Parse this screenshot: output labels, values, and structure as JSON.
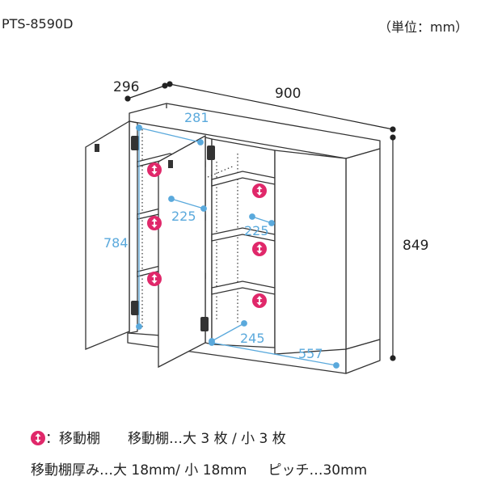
{
  "header": {
    "model": "PTS-8590D",
    "unit": "（単位：mm）"
  },
  "dimensions": {
    "depth": "296",
    "width": "900",
    "height": "849",
    "inner_depth": "281",
    "inner_height": "784",
    "shelf_depth_left": "225",
    "shelf_depth_right": "225",
    "bottom_depth": "245",
    "inner_width": "557"
  },
  "legend": {
    "icon_label": "：移動棚",
    "shelves": "移動棚…大 3 枚 / 小 3 枚",
    "thickness": "移動棚厚み…大 18mm/ 小 18mm",
    "pitch": "ピッチ…30mm"
  },
  "colors": {
    "outline": "#333333",
    "dimension_blue": "#5aa9dc",
    "marker_pink": "#e0286a",
    "panel_fill": "#ffffff"
  }
}
